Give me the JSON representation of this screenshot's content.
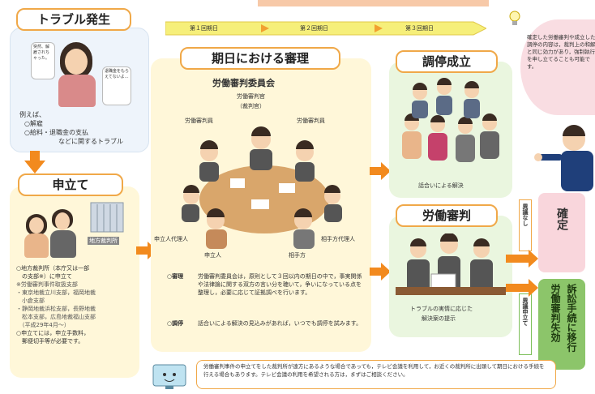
{
  "trouble": {
    "title": "トラブル発生",
    "bubble1": "突然、解雇されちゃった。",
    "bubble2": "退職金をもらえてないよ…",
    "examples_intro": "例えば、",
    "examples": [
      "○解雇",
      "○給料・退職金の支払"
    ],
    "examples_tail": "などに関するトラブル"
  },
  "filing": {
    "title": "申立て",
    "court_label": "地方裁判所",
    "notes": [
      "○地方裁判所（本庁又は一部",
      "　の支部※）に申立て",
      "※労働審判事件取扱支部",
      "・東京地裁立川支部，福岡地裁",
      "　小倉支部",
      "・静岡地裁浜松支部，長野地裁",
      "　松本支部，広島地裁福山支部",
      "　（平成29年4月～）",
      "○申立てには，申立手数料，",
      "　郵便切手等が必要です。"
    ]
  },
  "timeline": {
    "phase1": "第１回期日",
    "phase2": "第２回期日",
    "phase3": "第３回期日"
  },
  "hearing": {
    "title": "期日における審理",
    "committee": "労働審判委員会",
    "judge_role": "労働審判官",
    "judge_sub": "（裁判官）",
    "member_left": "労働審判員",
    "member_right": "労働審判員",
    "applicant_agent": "申立人代理人",
    "respondent_agent": "相手方代理人",
    "applicant": "申立人",
    "respondent": "相手方",
    "desc1_label": "○審理",
    "desc1_text": "労働審判委員会は，原則として３回以内の期日の中で，事実関係や法律論に関する双方の言い分を聴いて，争いになっている点を整理し，必要に応じて証拠調べを行います。",
    "desc2_label": "○調停",
    "desc2_text": "話合いによる解決の見込みがあれば，いつでも調停を試みます。"
  },
  "mediation": {
    "title": "調停成立",
    "caption": "話合いによる解決"
  },
  "tribunal": {
    "title": "労働審判",
    "caption1": "トラブルの実情に応じた",
    "caption2": "解決案の提示"
  },
  "outcomes": {
    "no_objection": "異議なし",
    "final": "確定",
    "objection": "異議申立て",
    "lawsuit": "訴訟手続に移行",
    "lapse": "労働審判失効"
  },
  "advisor_bubble": "確定した労働審判や成立した調停の内容は，裁判上の和解と同じ効力があり，強制執行を申し立てることも可能です。",
  "footer_note": "労働審判事件の申立てをした裁判所が遠方にあるような場合であっても，テレビ会議を利用して，お近くの裁判所に出頭して期日における手続を行える場合もあります。テレビ会議の利用を希望される方は，まずはご相談ください。",
  "colors": {
    "accent_orange": "#f0a848",
    "arrow_orange": "#f28a1e",
    "timeline_yellow": "#f6ef7a",
    "panel_yellow": "#fff7d9",
    "panel_green": "#eaf6df",
    "confirm_pink": "#f9d6dc",
    "lawsuit_green": "#8cc56a"
  }
}
